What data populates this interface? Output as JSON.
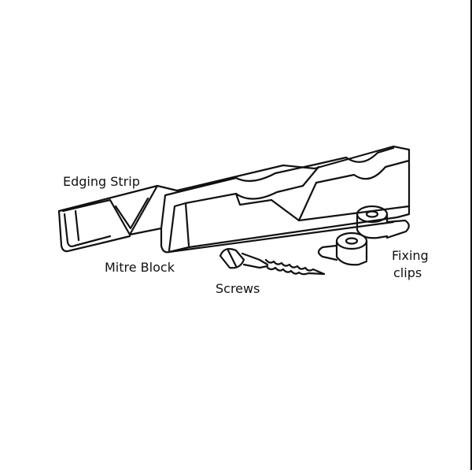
{
  "labels": {
    "edging_strip": "Edging Strip",
    "mitre_block": "Mitre Block",
    "screws": "Screws",
    "fixing_clips_line1": "Fixing",
    "fixing_clips_line2": "clips"
  },
  "colors": {
    "ink": "#111111",
    "paper": "#ffffff"
  }
}
